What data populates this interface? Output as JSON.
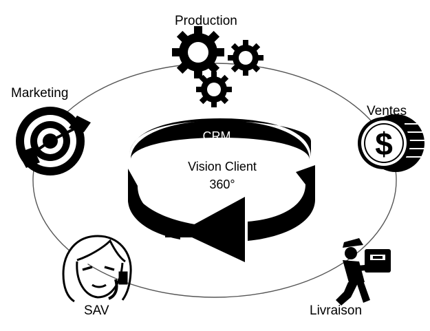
{
  "center": {
    "title": "CRM",
    "subtitle_line1": "Vision Client",
    "subtitle_line2": "360°"
  },
  "nodes": [
    {
      "id": "production",
      "label": "Production",
      "icon": "gears-icon"
    },
    {
      "id": "marketing",
      "label": "Marketing",
      "icon": "target-icon"
    },
    {
      "id": "ventes",
      "label": "Ventes",
      "icon": "dollar-coin-icon"
    },
    {
      "id": "sav",
      "label": "SAV",
      "icon": "headset-agent-icon"
    },
    {
      "id": "livraison",
      "label": "Livraison",
      "icon": "delivery-person-icon"
    }
  ],
  "colors": {
    "ink": "#000000",
    "ring": "#555555",
    "background": "#ffffff"
  }
}
